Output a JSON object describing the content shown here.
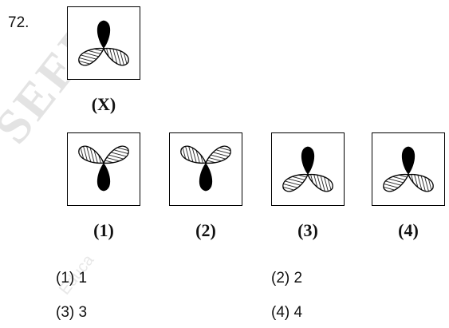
{
  "question": {
    "number": "72.",
    "figure_label": "(X)"
  },
  "figures": [
    {
      "label": "(1)"
    },
    {
      "label": "(2)"
    },
    {
      "label": "(3)"
    },
    {
      "label": "(4)"
    }
  ],
  "options": [
    {
      "text": "(1)  1"
    },
    {
      "text": "(2)  2"
    },
    {
      "text": "(3)  3"
    },
    {
      "text": "(4)  4"
    }
  ],
  "watermark": "SEER",
  "watermark_sub": "Educa"
}
